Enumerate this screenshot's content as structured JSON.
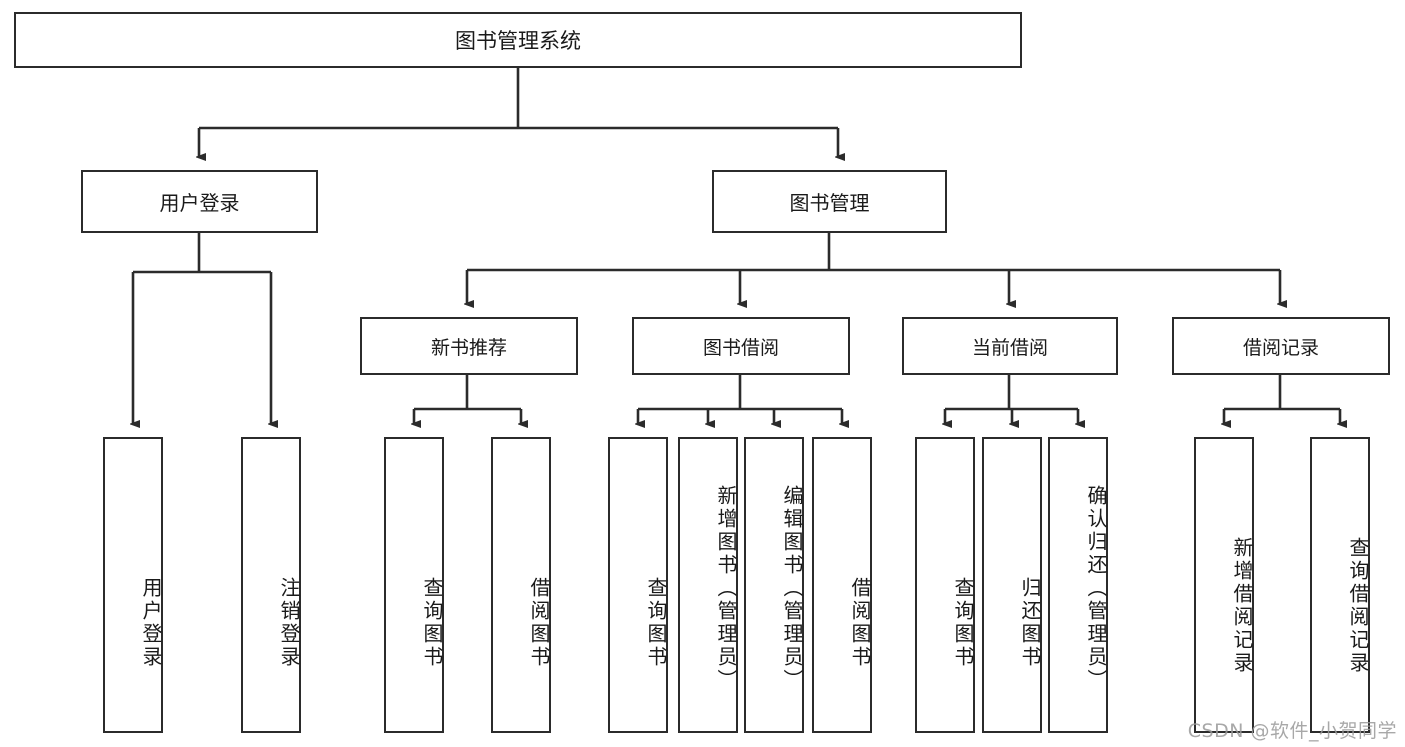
{
  "diagram": {
    "title": "图书管理系统",
    "type": "tree-hierarchy",
    "watermark": "CSDN @软件_小贺同学",
    "colors": {
      "stroke": "#2b2b2b",
      "fill": "#ffffff",
      "text": "#1a1a1a",
      "watermark": "#9a9a9a"
    },
    "nodes": {
      "root": {
        "label": "图书管理系统"
      },
      "level1": [
        {
          "id": "user-login",
          "label": "用户登录"
        },
        {
          "id": "book-management",
          "label": "图书管理"
        }
      ],
      "level2": [
        {
          "id": "new-book-recommend",
          "label": "新书推荐"
        },
        {
          "id": "book-borrow",
          "label": "图书借阅"
        },
        {
          "id": "current-borrow",
          "label": "当前借阅"
        },
        {
          "id": "borrow-record",
          "label": "借阅记录"
        }
      ],
      "leaves": {
        "user_login": [
          {
            "id": "leaf-user-login",
            "label": "用户登录"
          },
          {
            "id": "leaf-logout",
            "label": "注销登录"
          }
        ],
        "new_book_recommend": [
          {
            "id": "leaf-query-book-1",
            "label": "查询图书"
          },
          {
            "id": "leaf-borrow-book-1",
            "label": "借阅图书"
          }
        ],
        "book_borrow": [
          {
            "id": "leaf-query-book-2",
            "label": "查询图书"
          },
          {
            "id": "leaf-add-book",
            "label": "新增图书（管理员）"
          },
          {
            "id": "leaf-edit-book",
            "label": "编辑图书（管理员）"
          },
          {
            "id": "leaf-borrow-book-2",
            "label": "借阅图书"
          }
        ],
        "current_borrow": [
          {
            "id": "leaf-query-book-3",
            "label": "查询图书"
          },
          {
            "id": "leaf-return-book",
            "label": "归还图书"
          },
          {
            "id": "leaf-confirm-return",
            "label": "确认归还（管理员）"
          }
        ],
        "borrow_record": [
          {
            "id": "leaf-add-record",
            "label": "新增借阅记录"
          },
          {
            "id": "leaf-query-record",
            "label": "查询借阅记录"
          }
        ]
      }
    }
  }
}
